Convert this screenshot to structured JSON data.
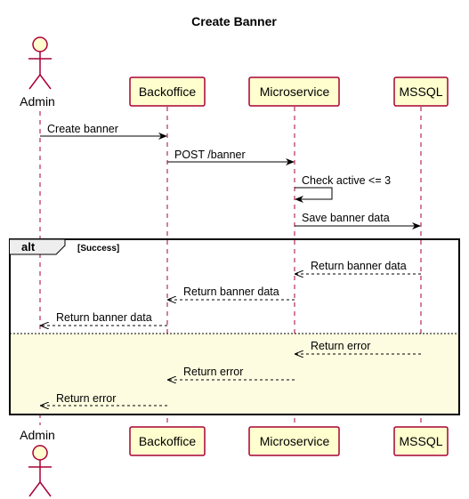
{
  "title": "Create Banner",
  "participants": {
    "admin": "Admin",
    "backoffice": "Backoffice",
    "microservice": "Microservice",
    "mssql": "MSSQL"
  },
  "messages": [
    {
      "label": "Create banner",
      "from": "admin",
      "to": "backoffice",
      "style": "solid"
    },
    {
      "label": "POST /banner",
      "from": "backoffice",
      "to": "microservice",
      "style": "solid"
    },
    {
      "label": "Check active <= 3",
      "from": "microservice",
      "to": "microservice",
      "style": "self"
    },
    {
      "label": "Save banner data",
      "from": "microservice",
      "to": "mssql",
      "style": "solid"
    },
    {
      "label": "Return banner data",
      "from": "mssql",
      "to": "microservice",
      "style": "dashed"
    },
    {
      "label": "Return banner data",
      "from": "microservice",
      "to": "backoffice",
      "style": "dashed"
    },
    {
      "label": "Return banner data",
      "from": "backoffice",
      "to": "admin",
      "style": "dashed"
    },
    {
      "label": "Return error",
      "from": "mssql",
      "to": "microservice",
      "style": "dashed"
    },
    {
      "label": "Return error",
      "from": "microservice",
      "to": "backoffice",
      "style": "dashed"
    },
    {
      "label": "Return error",
      "from": "backoffice",
      "to": "admin",
      "style": "dashed"
    }
  ],
  "alt": {
    "keyword": "alt",
    "guard": "[Success]"
  },
  "colors": {
    "participant_fill": "#FEFECE",
    "participant_border": "#A80036",
    "else_fill": "#FEFCE0",
    "lifeline": "#A80036"
  }
}
